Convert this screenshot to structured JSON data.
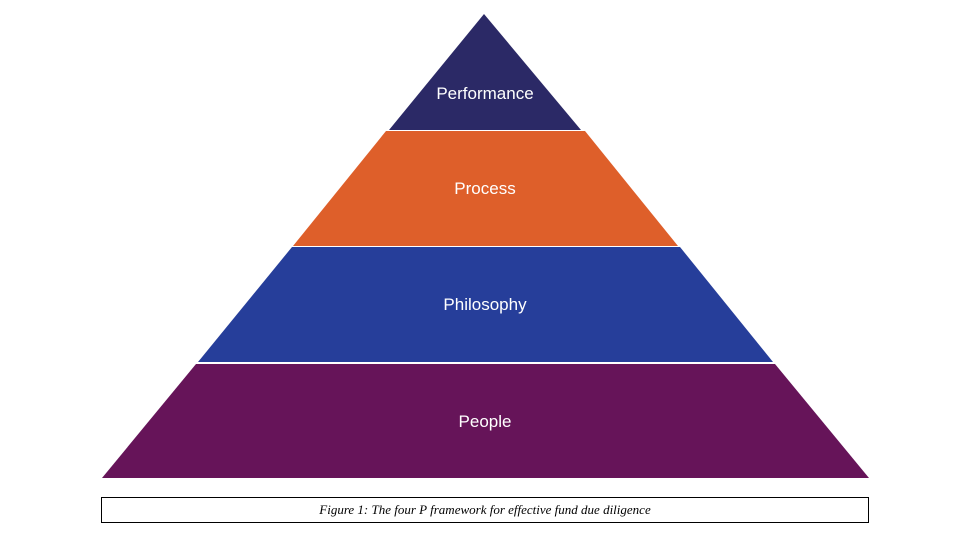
{
  "pyramid": {
    "tiers": [
      {
        "label": "Performance",
        "color": "#2b2966"
      },
      {
        "label": "Process",
        "color": "#de5f2a"
      },
      {
        "label": "Philosophy",
        "color": "#263e9a"
      },
      {
        "label": "People",
        "color": "#661459"
      }
    ]
  },
  "caption": {
    "text": "Figure 1: The four P framework for effective fund due diligence"
  }
}
